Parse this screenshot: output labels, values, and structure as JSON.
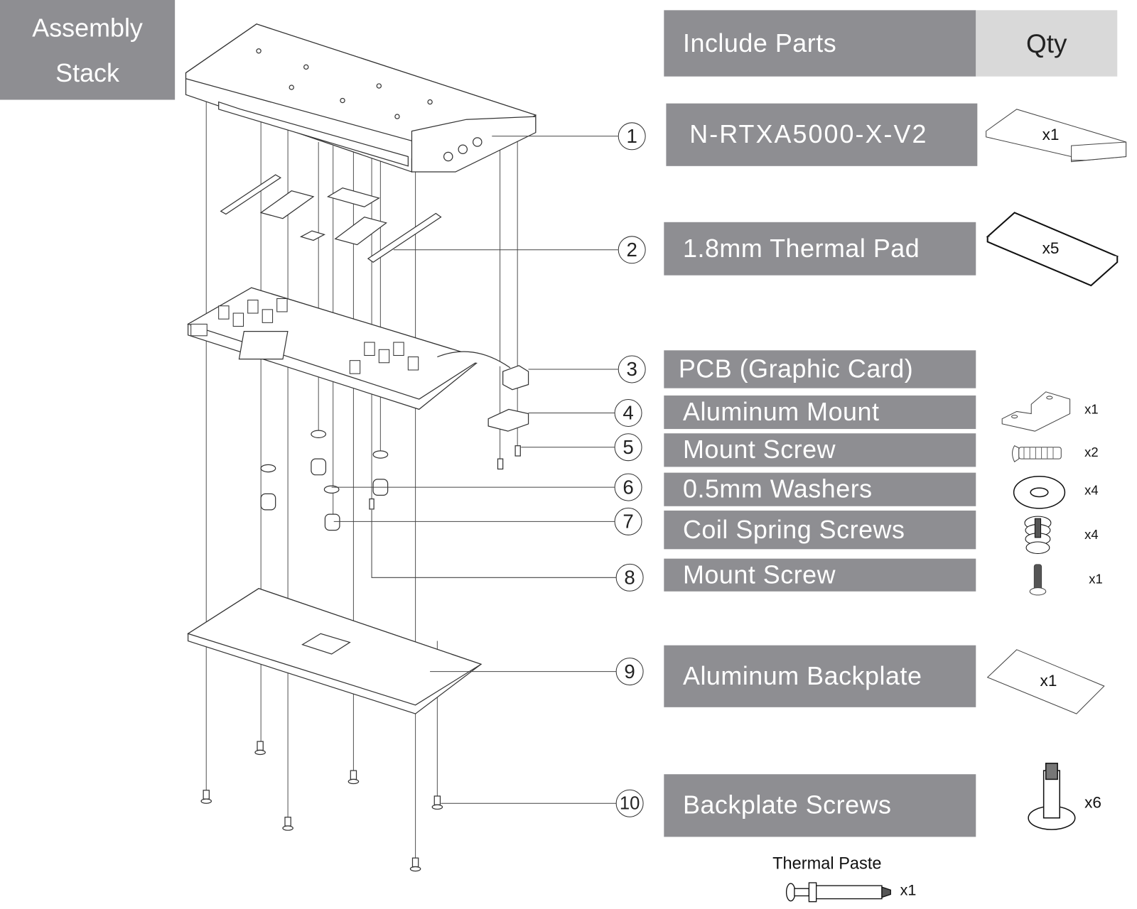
{
  "header": {
    "stack_line1": "Assembly",
    "stack_line2": "Stack",
    "parts_label": "Include Parts",
    "qty_label": "Qty"
  },
  "parts": [
    {
      "num": "1",
      "name": "N-RTXA5000-X-V2",
      "qty": "x1"
    },
    {
      "num": "2",
      "name": "1.8mm Thermal Pad",
      "qty": "x5"
    },
    {
      "num": "3",
      "name": "PCB (Graphic Card)",
      "qty": ""
    },
    {
      "num": "4",
      "name": "Aluminum Mount",
      "qty": "x1"
    },
    {
      "num": "5",
      "name": "Mount Screw",
      "qty": "x2"
    },
    {
      "num": "6",
      "name": "0.5mm Washers",
      "qty": "x4"
    },
    {
      "num": "7",
      "name": "Coil Spring Screws",
      "qty": "x4"
    },
    {
      "num": "8",
      "name": "Mount Screw",
      "qty": "x1"
    },
    {
      "num": "9",
      "name": "Aluminum Backplate",
      "qty": "x1"
    },
    {
      "num": "10",
      "name": "Backplate Screws",
      "qty": "x6"
    }
  ],
  "extra": {
    "name": "Thermal Paste",
    "qty": "x1"
  },
  "colors": {
    "box": "#8e8e92",
    "qty_box": "#d9d9d9",
    "line": "#333333"
  }
}
